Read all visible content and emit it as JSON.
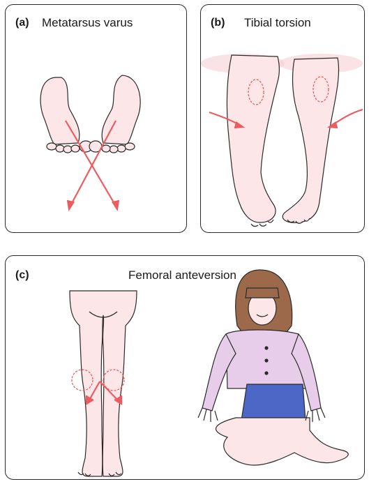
{
  "panels": {
    "a": {
      "label": "(a)",
      "title": "Metatarsus varus"
    },
    "b": {
      "label": "(b)",
      "title": "Tibial torsion"
    },
    "c": {
      "label": "(c)",
      "title": "Femoral anteversion"
    }
  },
  "colors": {
    "skin": "#fce6e8",
    "skin_shadow": "#f6cfd4",
    "arrow": "#ee5b5f",
    "outline": "#2a2a2a",
    "shirt": "#e7cdea",
    "skirt": "#4d67c6",
    "hair": "#9c6a4a"
  }
}
